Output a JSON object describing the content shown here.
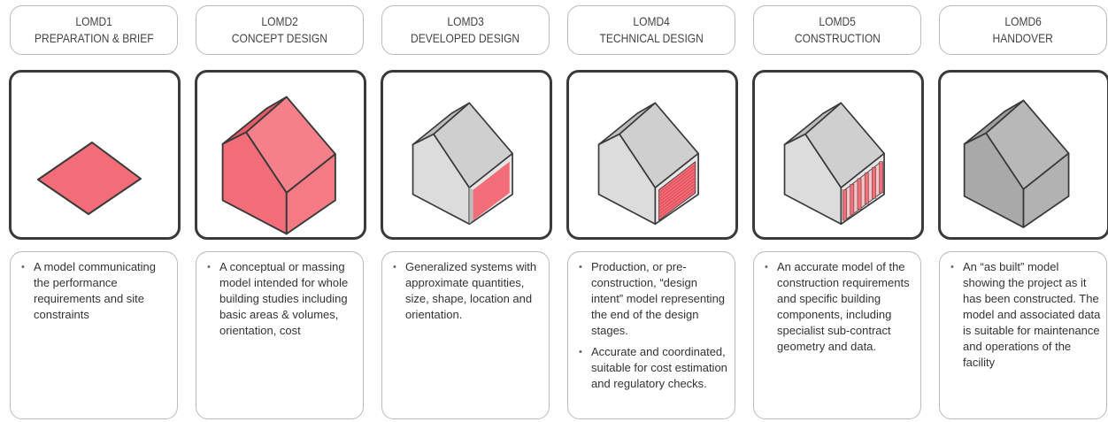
{
  "stages": [
    {
      "code": "LOMD1",
      "name": "PREPARATION & BRIEF",
      "icon": "site-plot-icon",
      "bullets": [
        "A model communicating the performance requirements and site constraints"
      ]
    },
    {
      "code": "LOMD2",
      "name": "CONCEPT DESIGN",
      "icon": "massing-house-icon",
      "bullets": [
        "A conceptual or massing model intended for whole building studies including basic areas & volumes, orientation, cost"
      ]
    },
    {
      "code": "LOMD3",
      "name": "DEVELOPED DESIGN",
      "icon": "developed-house-icon",
      "bullets": [
        "Generalized systems with approximate quantities, size, shape, location and orientation."
      ]
    },
    {
      "code": "LOMD4",
      "name": "TECHNICAL DESIGN",
      "icon": "technical-house-icon",
      "bullets": [
        "Production, or pre-construction, “design intent” model representing the end of the design stages.",
        "Accurate and coordinated, suitable for cost estimation and regulatory checks."
      ]
    },
    {
      "code": "LOMD5",
      "name": "CONSTRUCTION",
      "icon": "construction-house-icon",
      "bullets": [
        "An accurate model of the construction requirements and specific building components, including specialist sub-contract geometry and data."
      ]
    },
    {
      "code": "LOMD6",
      "name": "HANDOVER",
      "icon": "as-built-house-icon",
      "bullets": [
        "An “as built” model showing the project as it has been constructed. The model and associated data is suitable for maintenance and operations of the facility"
      ]
    }
  ],
  "colors": {
    "accent": "#f26d78",
    "accent_dark": "#e0505c",
    "grey_light": "#dcdcdc",
    "grey_mid": "#cfcfcf",
    "grey_dark": "#a9a9a9",
    "outline": "#3a3a3a"
  }
}
